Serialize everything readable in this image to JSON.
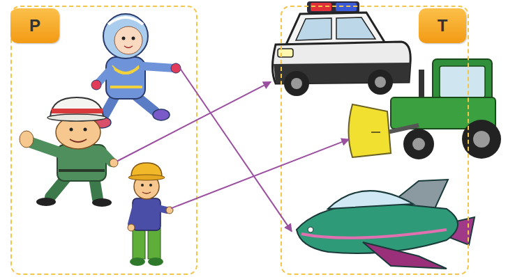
{
  "diagram": {
    "nodes": [
      {
        "text": [
          "P"
        ]
      },
      {
        "text": [],
        "in": 0
      },
      {
        "text": [],
        "in": 0
      },
      {
        "text": [],
        "in": 0
      },
      {
        "text": [
          "T"
        ]
      },
      {
        "text": [],
        "in": 4
      },
      {
        "text": [],
        "in": 4
      },
      {
        "text": [],
        "in": 4
      }
    ],
    "edges": [
      {
        "from": 1,
        "to": 7,
        "arrow": "to"
      },
      {
        "from": 2,
        "to": 5,
        "arrow": "to"
      },
      {
        "from": 3,
        "to": 6,
        "arrow": "to"
      }
    ]
  }
}
